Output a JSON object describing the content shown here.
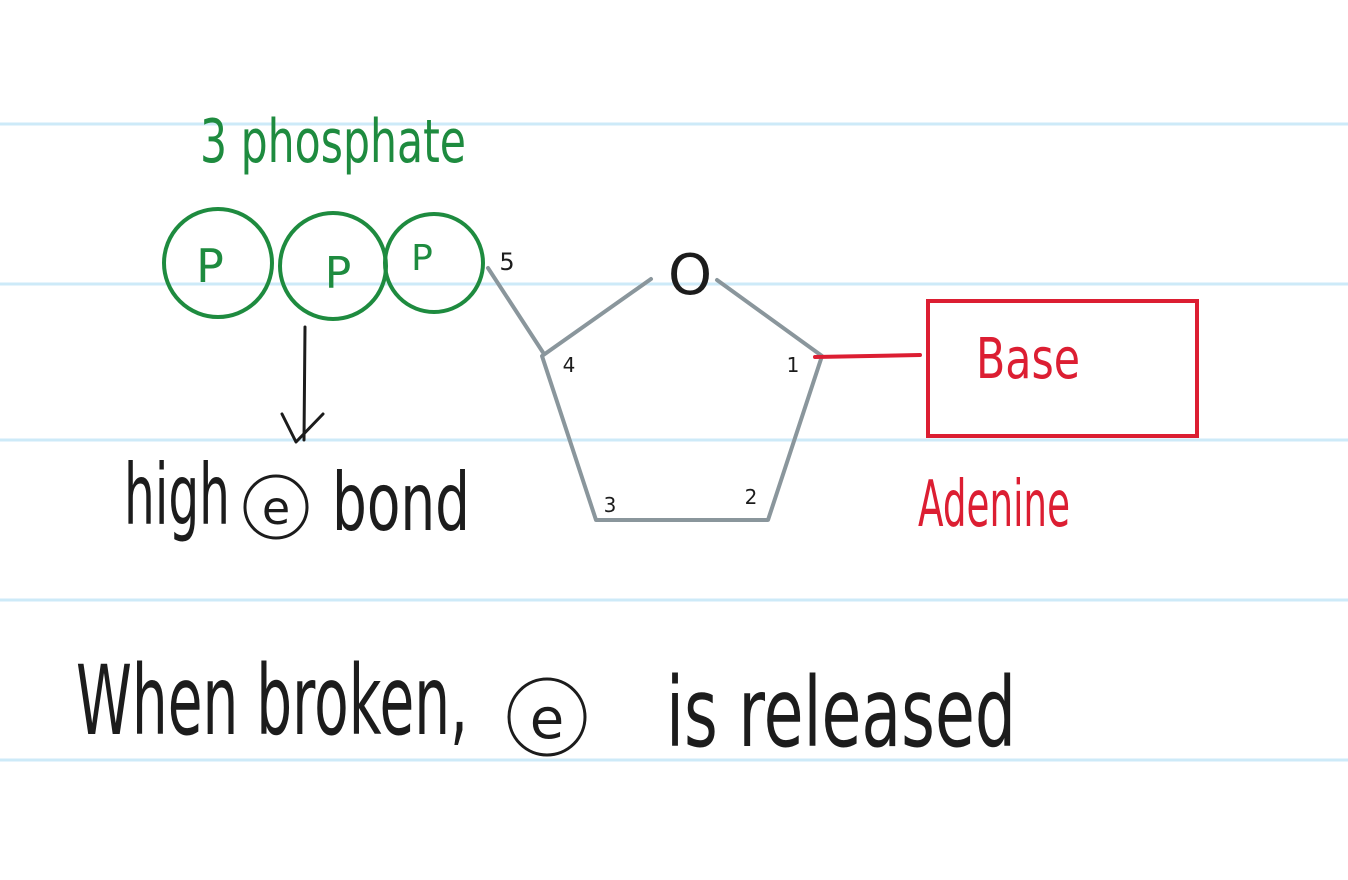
{
  "colors": {
    "paper": "#ffffff",
    "ruled_line": "#cdeaf8",
    "phosphate": "#1e8b3f",
    "sugar_ring": "#8a969c",
    "base": "#dc1e32",
    "ink": "#1c1c1c"
  },
  "phosphate": {
    "title": "3 phosphate",
    "groups": [
      "P",
      "P",
      "P"
    ]
  },
  "sugar": {
    "ring_oxygen": "O",
    "carbon_numbers": {
      "c5": "5",
      "c4": "4",
      "c3": "3",
      "c2": "2",
      "c1": "1"
    }
  },
  "base": {
    "box_label": "Base",
    "name": "Adenine"
  },
  "notes": {
    "bond_label_before": "high",
    "energy_symbol": "e",
    "bond_label_after": "bond",
    "sentence_before": "When broken,",
    "sentence_after": "is released"
  }
}
